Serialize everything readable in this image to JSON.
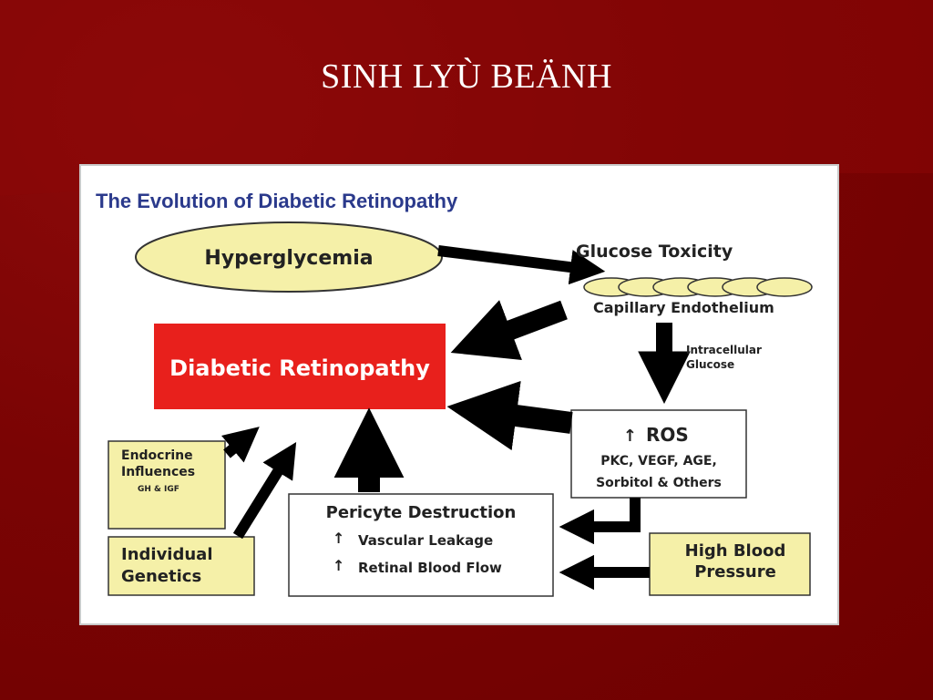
{
  "slide": {
    "title": "SINH LYÙ BEÄNH",
    "background": "#7a0404"
  },
  "diagram": {
    "title": "The Evolution of Diabetic Retinopathy",
    "nodes": {
      "hyperglycemia": "Hyperglycemia",
      "glucose_toxicity": "Glucose Toxicity",
      "capillary_endothelium": "Capillary Endothelium",
      "diabetic_retinopathy": "Diabetic Retinopathy",
      "intracellular_glucose_line1": "Intracellular",
      "intracellular_glucose_line2": "Glucose",
      "ros_title": "ROS",
      "ros_line1": "PKC, VEGF, AGE,",
      "ros_line2": "Sorbitol & Others",
      "endocrine_line1": "Endocrine",
      "endocrine_line2": "Influences",
      "endocrine_sub": "GH & IGF",
      "genetics_line1": "Individual",
      "genetics_line2": "Genetics",
      "pericyte_title": "Pericyte Destruction",
      "pericyte_item1": "Vascular Leakage",
      "pericyte_item2": "Retinal Blood Flow",
      "bp_line1": "High Blood",
      "bp_line2": "Pressure"
    },
    "colors": {
      "title": "#2b3a8c",
      "yellow_fill": "#f5f0a8",
      "red_fill": "#e8201c",
      "red_text": "#ffffff",
      "arrow": "#000000"
    }
  }
}
